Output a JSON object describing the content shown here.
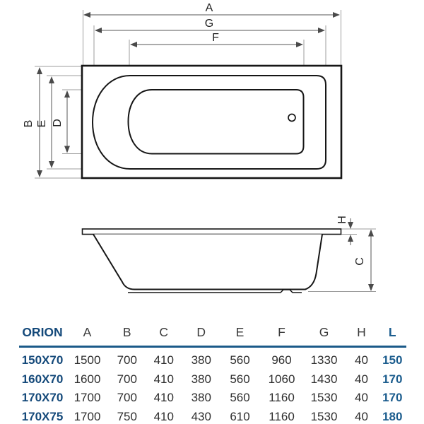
{
  "diagram": {
    "top_view_labels": {
      "A": "A",
      "G": "G",
      "F": "F",
      "B": "B",
      "E": "E",
      "D": "D"
    },
    "side_view_labels": {
      "H": "H",
      "C": "C"
    }
  },
  "table": {
    "header": [
      "ORION",
      "A",
      "B",
      "C",
      "D",
      "E",
      "F",
      "G",
      "H",
      "L"
    ],
    "rows": [
      [
        "150X70",
        "1500",
        "700",
        "410",
        "380",
        "560",
        "960",
        "1330",
        "40",
        "150"
      ],
      [
        "160X70",
        "1600",
        "700",
        "410",
        "380",
        "560",
        "1060",
        "1430",
        "40",
        "170"
      ],
      [
        "170X70",
        "1700",
        "700",
        "410",
        "380",
        "560",
        "1160",
        "1530",
        "40",
        "170"
      ],
      [
        "170X75",
        "1700",
        "750",
        "410",
        "430",
        "610",
        "1160",
        "1530",
        "40",
        "180"
      ]
    ]
  },
  "colors": {
    "accent_dark": "#14497a",
    "accent": "#1c5d8e",
    "rule": "#1b5a89",
    "outline": "#161616",
    "dimension_line": "#575757",
    "extension_line": "#9d9d9d"
  }
}
